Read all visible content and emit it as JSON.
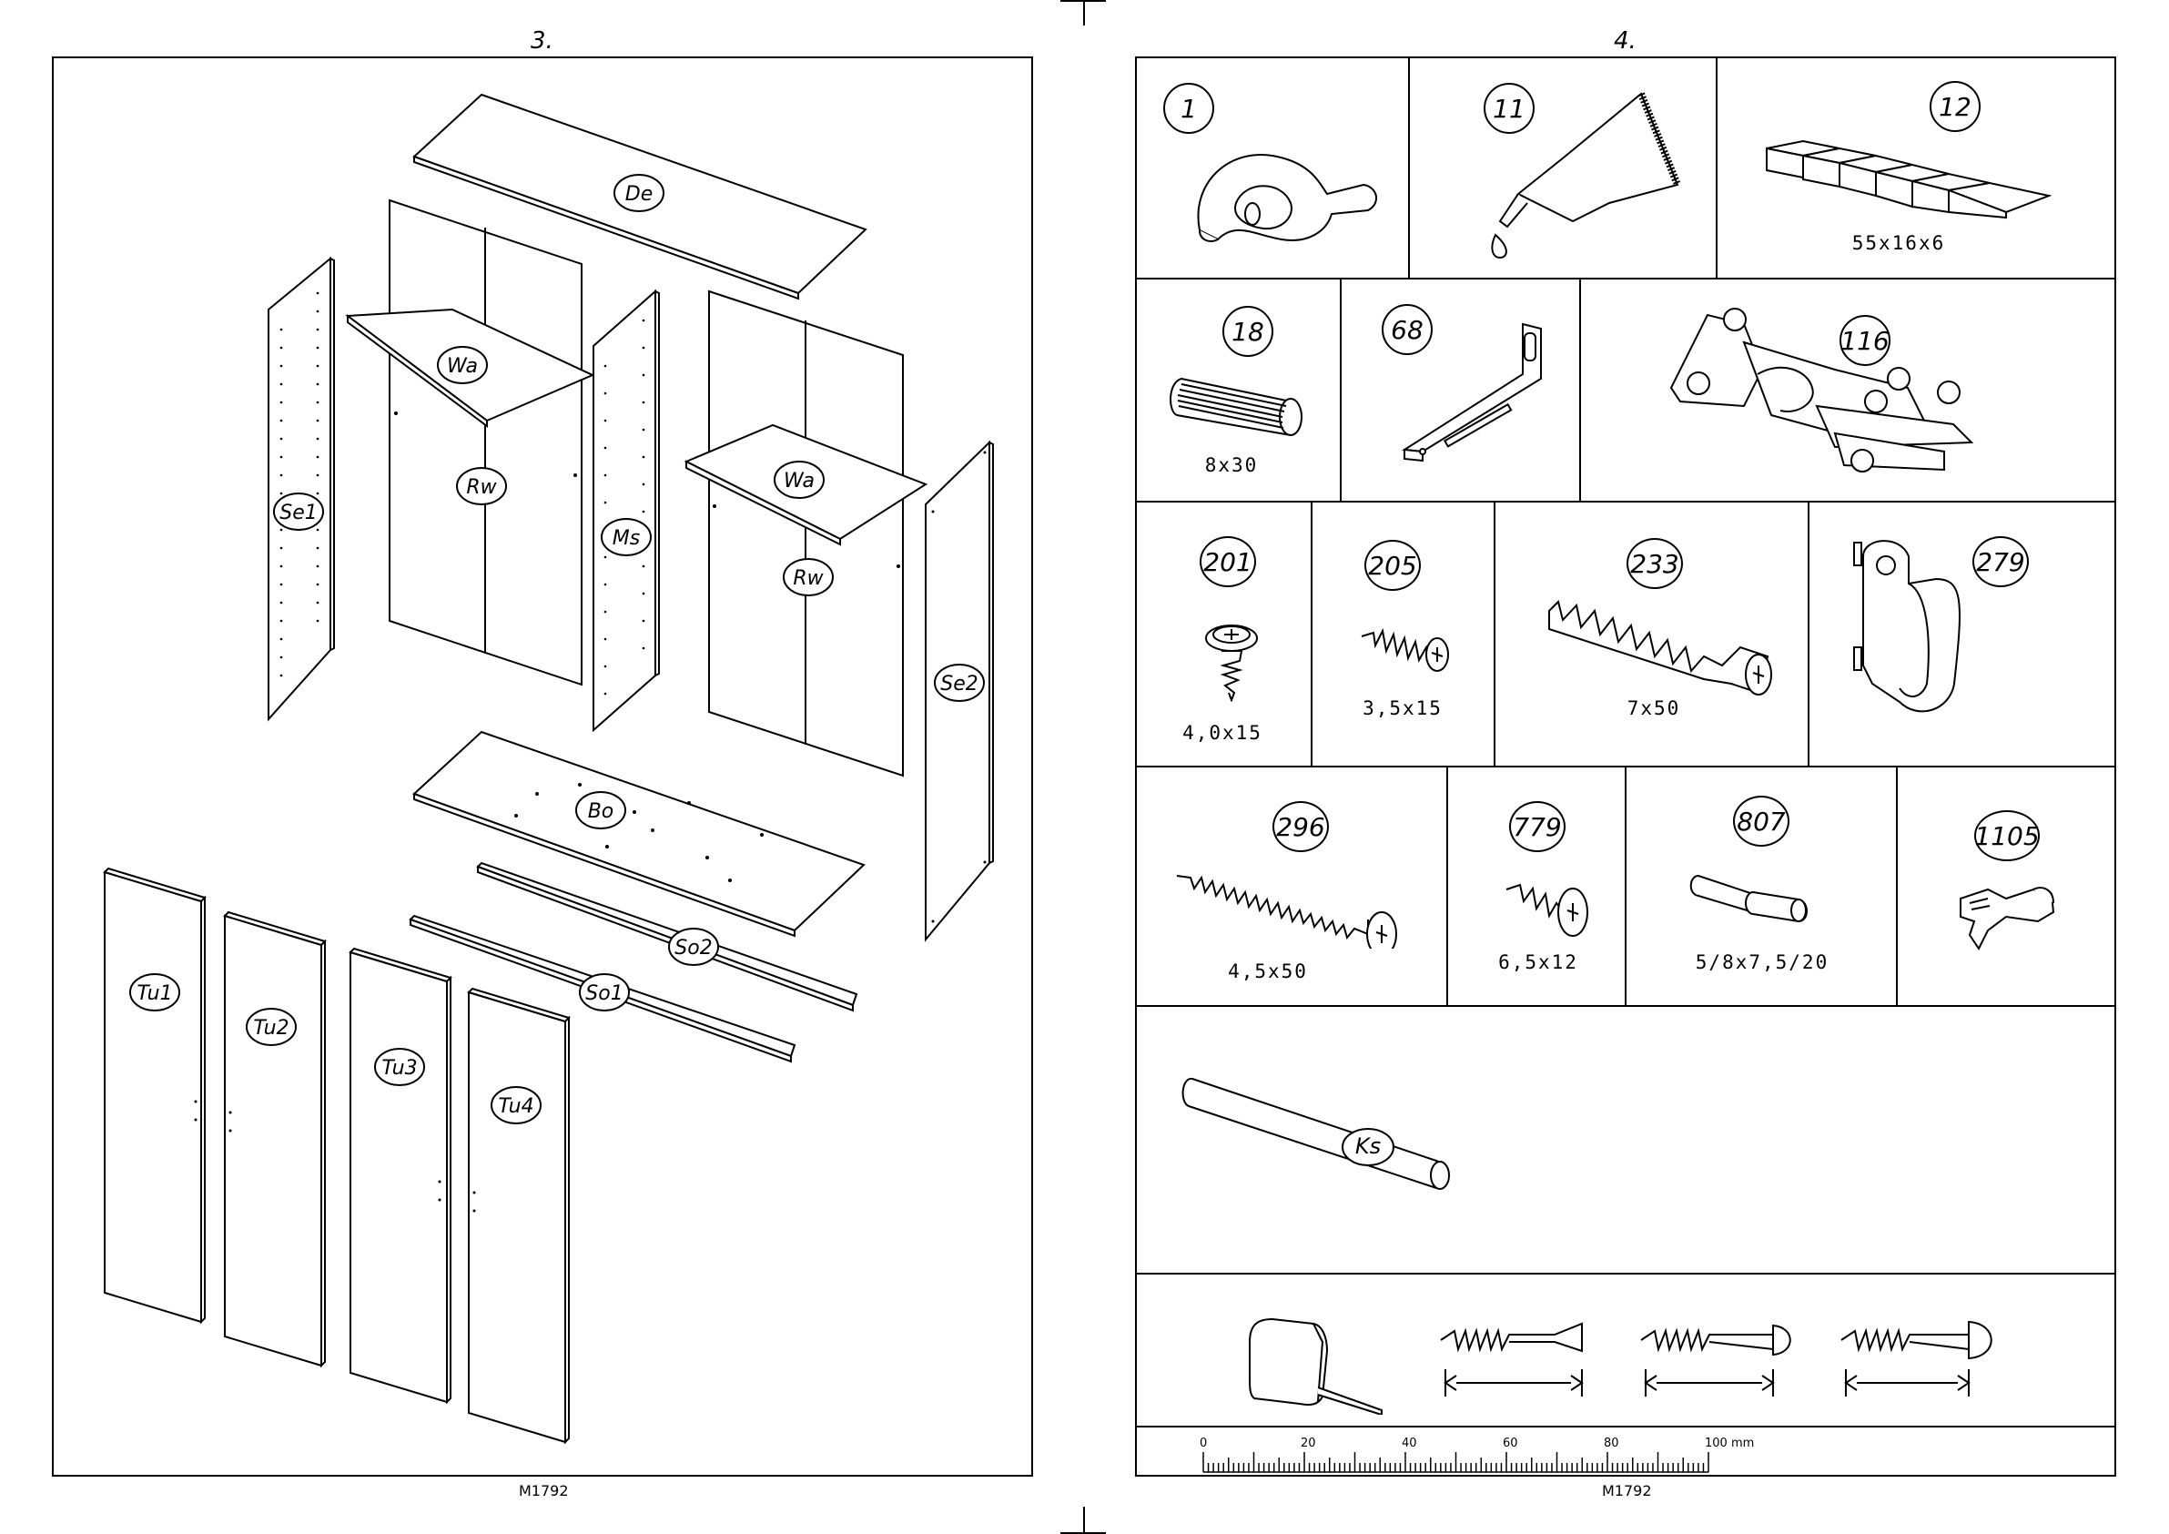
{
  "left_page": {
    "page_number": "3.",
    "footer_code": "M1792",
    "panels": [
      {
        "id": "de",
        "label": "De"
      },
      {
        "id": "wa1",
        "label": "Wa"
      },
      {
        "id": "rw1",
        "label": "Rw"
      },
      {
        "id": "se1",
        "label": "Se1"
      },
      {
        "id": "ms",
        "label": "Ms"
      },
      {
        "id": "wa2",
        "label": "Wa"
      },
      {
        "id": "rw2",
        "label": "Rw"
      },
      {
        "id": "se2",
        "label": "Se2"
      },
      {
        "id": "bo",
        "label": "Bo"
      },
      {
        "id": "so2",
        "label": "So2"
      },
      {
        "id": "so1",
        "label": "So1"
      },
      {
        "id": "tu1",
        "label": "Tu1"
      },
      {
        "id": "tu2",
        "label": "Tu2"
      },
      {
        "id": "tu3",
        "label": "Tu3"
      },
      {
        "id": "tu4",
        "label": "Tu4"
      }
    ]
  },
  "right_page": {
    "page_number": "4.",
    "footer_code": "M1792",
    "parts": [
      {
        "number": "1",
        "size": "",
        "icon": "cam-lock-icon"
      },
      {
        "number": "11",
        "size": "",
        "icon": "glue-tube-icon"
      },
      {
        "number": "12",
        "size": "55x16x6",
        "icon": "wedge-strip-icon"
      },
      {
        "number": "18",
        "size": "8x30",
        "icon": "dowel-icon"
      },
      {
        "number": "68",
        "size": "",
        "icon": "angle-bracket-icon"
      },
      {
        "number": "116",
        "size": "",
        "icon": "hinge-icon"
      },
      {
        "number": "201",
        "size": "4,0x15",
        "icon": "pan-screw-icon"
      },
      {
        "number": "205",
        "size": "3,5x15",
        "icon": "small-screw-icon"
      },
      {
        "number": "233",
        "size": "7x50",
        "icon": "expansion-bolt-icon"
      },
      {
        "number": "279",
        "size": "",
        "icon": "rail-holder-icon"
      },
      {
        "number": "296",
        "size": "4,5x50",
        "icon": "long-screw-icon"
      },
      {
        "number": "779",
        "size": "6,5x12",
        "icon": "short-screw-icon"
      },
      {
        "number": "807",
        "size": "5/8x7,5/20",
        "icon": "shelf-pin-icon"
      },
      {
        "number": "1105",
        "size": "",
        "icon": "clip-icon"
      }
    ],
    "rod_label": "Ks",
    "tools": [
      "measuring-tape-icon",
      "countersunk-screw-icon",
      "round-head-screw-icon",
      "dome-head-screw-icon"
    ],
    "ruler": {
      "labels": [
        "0",
        "20",
        "40",
        "60",
        "80",
        "100 mm"
      ],
      "max_mm": 100
    }
  }
}
